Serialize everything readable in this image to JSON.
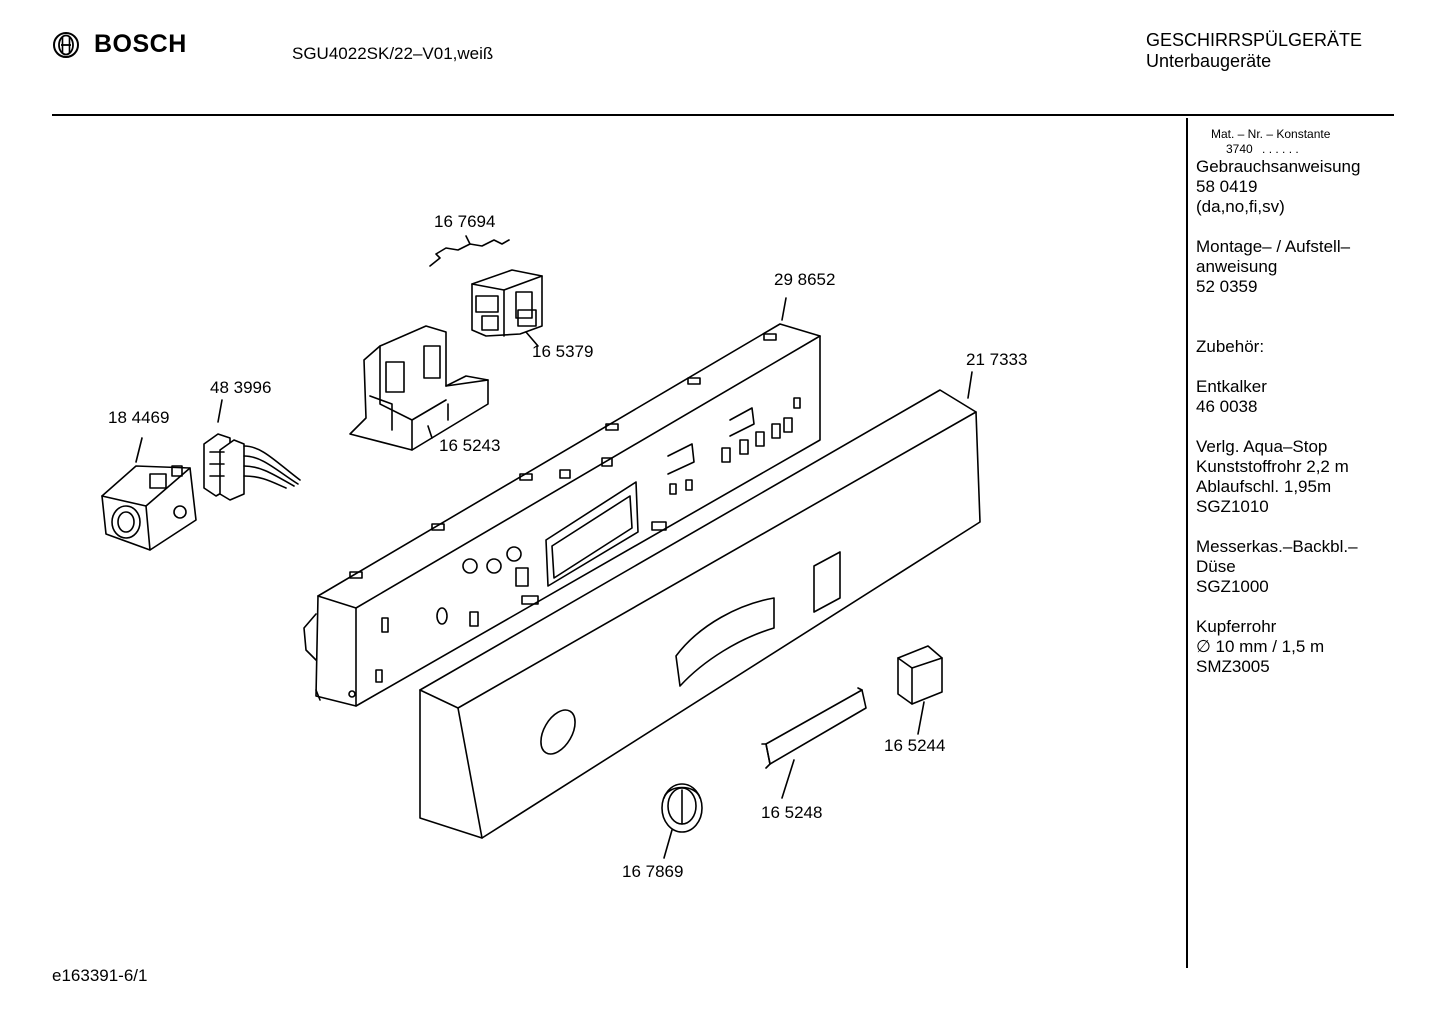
{
  "header": {
    "brand": "BOSCH",
    "model": "SGU4022SK/22–V01,weiß",
    "category_line1": "GESCHIRRSPÜLGERÄTE",
    "category_line2": "Unterbaugeräte"
  },
  "sidebar": {
    "mat_label": "Mat. – Nr. – Konstante",
    "mat_value": "3740",
    "mat_dots": ". . . . . .",
    "manual_title": "Gebrauchsanweisung",
    "manual_number": "58 0419",
    "manual_languages": "(da,no,fi,sv)",
    "install_line1": "Montage– / Aufstell–",
    "install_line2": "anweisung",
    "install_number": "52 0359",
    "accessories_title": "Zubehör:",
    "acc1_line1": "Entkalker",
    "acc1_line2": "46 0038",
    "acc2_line1": "Verlg. Aqua–Stop",
    "acc2_line2": "Kunststoffrohr 2,2 m",
    "acc2_line3": "Ablaufschl. 1,95m",
    "acc2_line4": "SGZ1010",
    "acc3_line1": "Messerkas.–Backbl.–",
    "acc3_line2": "Düse",
    "acc3_line3": "SGZ1000",
    "acc4_line1": "Kupferrohr",
    "acc4_line2": "∅ 10 mm / 1,5 m",
    "acc4_line3": "SMZ3005"
  },
  "parts": {
    "p167694": "16 7694",
    "p298652": "29 8652",
    "p165379": "16 5379",
    "p217333": "21 7333",
    "p483996": "48 3996",
    "p184469": "18 4469",
    "p165243": "16 5243",
    "p165244": "16 5244",
    "p165248": "16 5248",
    "p167869": "16 7869"
  },
  "footer": {
    "doc_id": "e163391-6/1"
  }
}
